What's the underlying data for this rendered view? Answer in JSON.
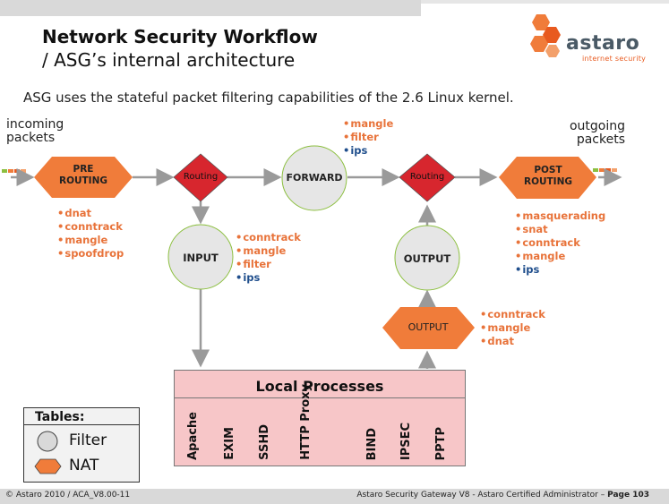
{
  "header": {
    "title": "Network Security Workflow",
    "subtitle": "/ ASG’s internal architecture"
  },
  "logo": {
    "name": "astaro",
    "tagline": "internet security"
  },
  "intro": "ASG uses the stateful packet filtering capabilities of the 2.6 Linux kernel.",
  "labels": {
    "incoming": "incoming",
    "incoming2": "packets",
    "outgoing": "outgoing",
    "outgoing2": "packets"
  },
  "nodes": {
    "prerouting1": "PRE",
    "prerouting2": "ROUTING",
    "routing_left": "Routing",
    "forward": "FORWARD",
    "routing_right": "Routing",
    "postrouting1": "POST",
    "postrouting2": "ROUTING",
    "input": "INPUT",
    "output_filter": "OUTPUT",
    "output_nat": "OUTPUT"
  },
  "lists": {
    "prerouting": [
      "dnat",
      "conntrack",
      "mangle",
      "spoofdrop"
    ],
    "forward": [
      "mangle",
      "filter"
    ],
    "forward_blue": [
      "ips"
    ],
    "input": [
      "conntrack",
      "mangle",
      "filter"
    ],
    "input_blue": [
      "ips"
    ],
    "postrouting": [
      "masquerading",
      "snat",
      "conntrack",
      "mangle"
    ],
    "postrouting_blue": [
      "ips"
    ],
    "output_nat": [
      "conntrack",
      "mangle",
      "dnat"
    ]
  },
  "local_processes": {
    "title": "Local Processes",
    "items": [
      "Apache",
      "EXIM",
      "SSHD",
      "HTTP Proxy",
      "BIND",
      "IPSEC",
      "PPTP"
    ]
  },
  "legend": {
    "title": "Tables:",
    "filter": "Filter",
    "nat": "NAT"
  },
  "footer": {
    "left": "© Astaro 2010 / ACA_V8.00-11",
    "right": "Astaro Security Gateway V8 - Astaro Certified Administrator – ",
    "page": "Page 103"
  },
  "colors": {
    "nat_orange": "#f07c3a",
    "routing_red": "#d7262e",
    "filter_gray": "#e6e6e6",
    "list_orange": "#e8733a",
    "list_blue": "#1f4e8c",
    "local_pink": "#f7c6c8"
  }
}
